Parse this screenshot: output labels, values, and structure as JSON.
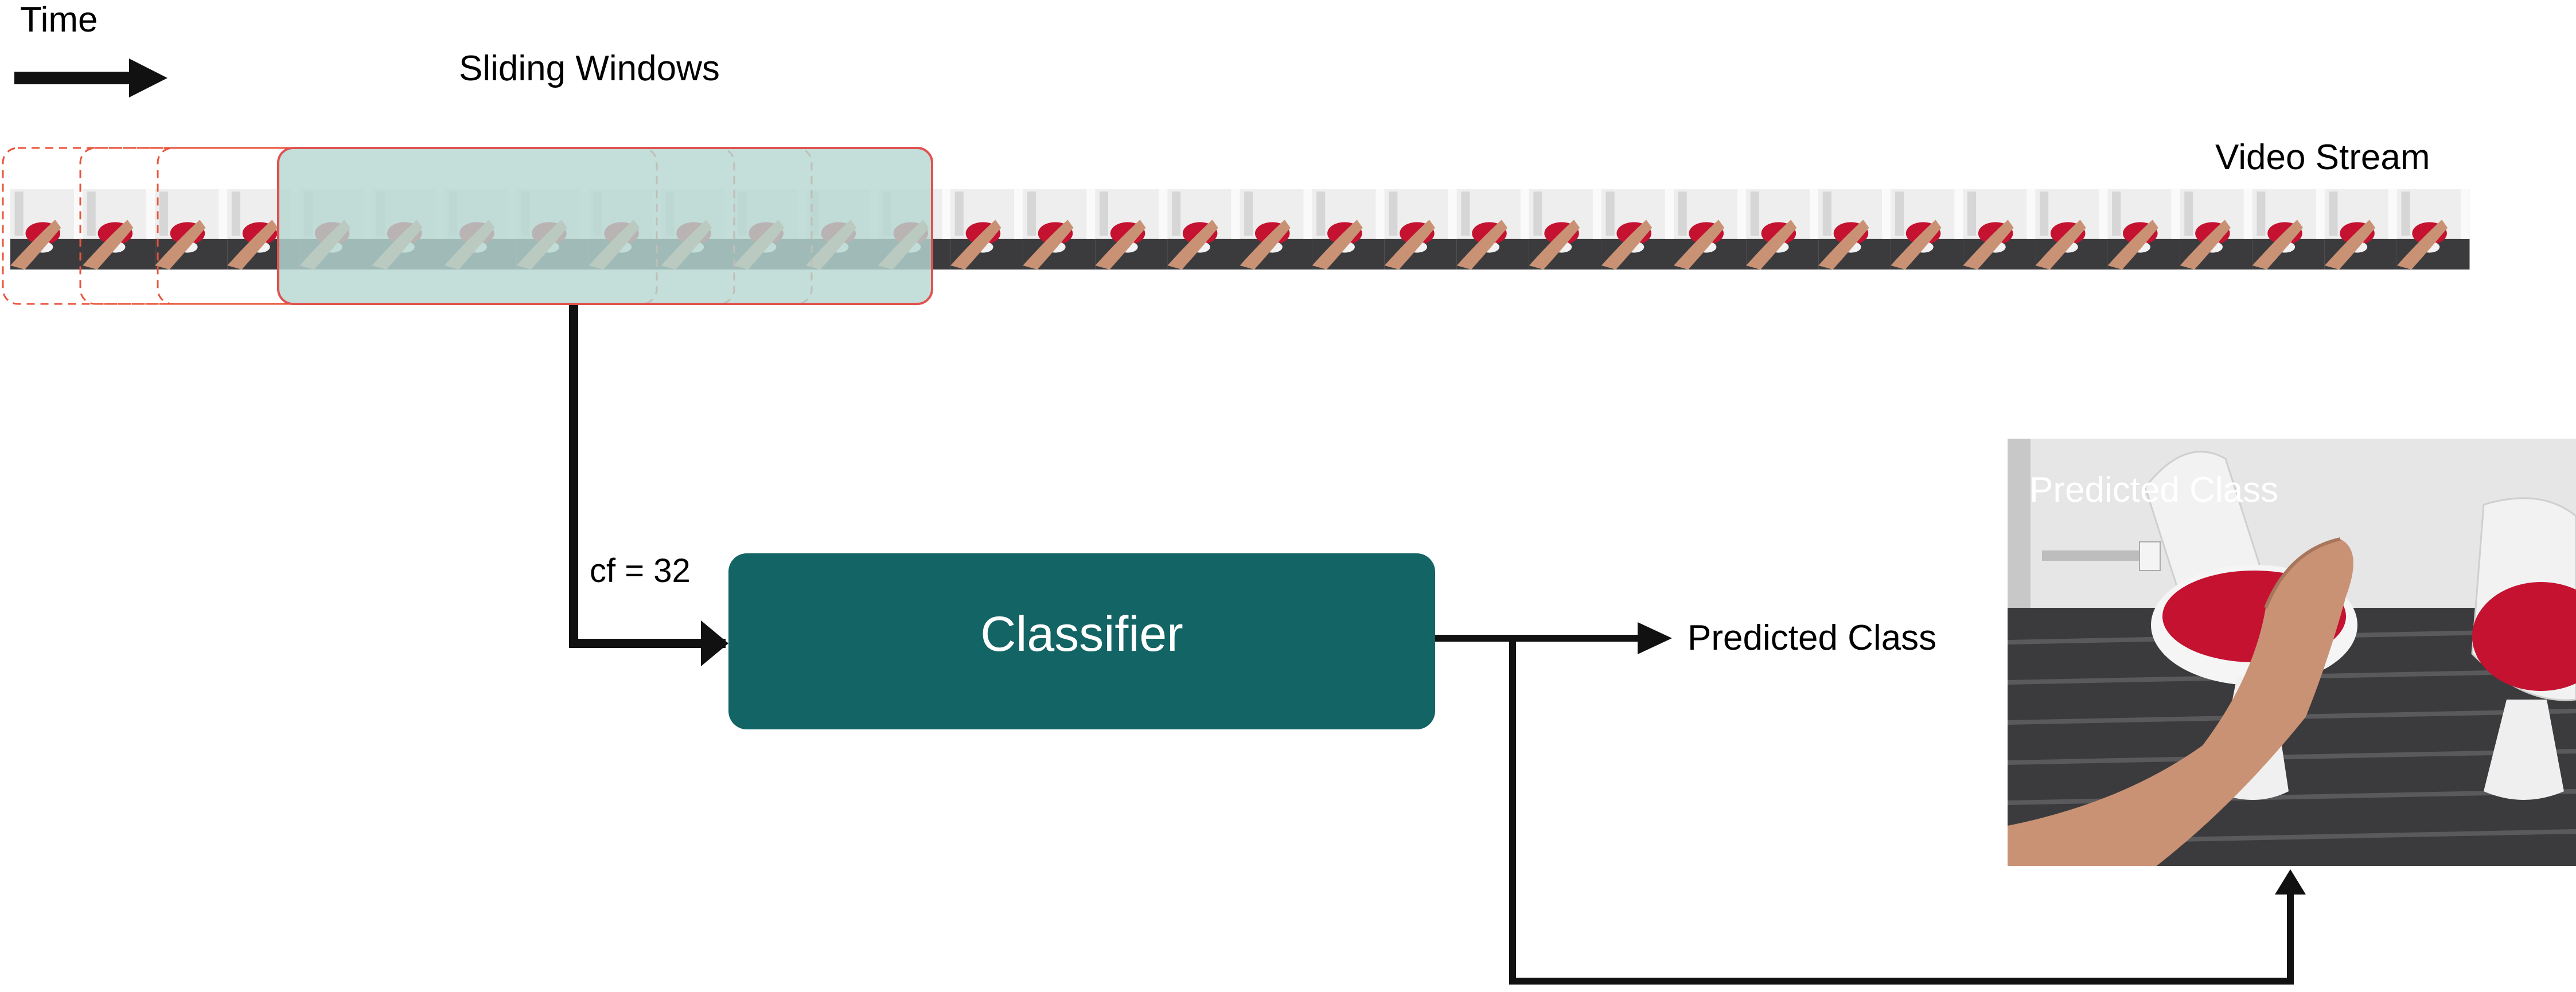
{
  "labels": {
    "time": "Time",
    "sliding_windows": "Sliding Windows",
    "video_stream": "Video Stream",
    "cf": "cf = 32",
    "classifier": "Classifier",
    "predicted_class": "Predicted Class",
    "overlay_predicted_class": "Predicted Class"
  },
  "video_stream": {
    "frame_count": 34
  },
  "sliding_windows": {
    "count": 4
  },
  "colors": {
    "classifier_fill": "#136464",
    "classifier_text": "#ffffff",
    "window_fill": "#b7d7d2",
    "window_border": "#e0524f",
    "dashed_border": "#e8543b",
    "arrow": "#111111",
    "seat_red": "#c41230",
    "carpet": "#3b3b3d",
    "wall": "#eaeaea",
    "skin": "#c99274"
  },
  "icons": {
    "time_arrow": "right-arrow-icon",
    "thumbnail": "predicted-frame-thumbnail"
  }
}
